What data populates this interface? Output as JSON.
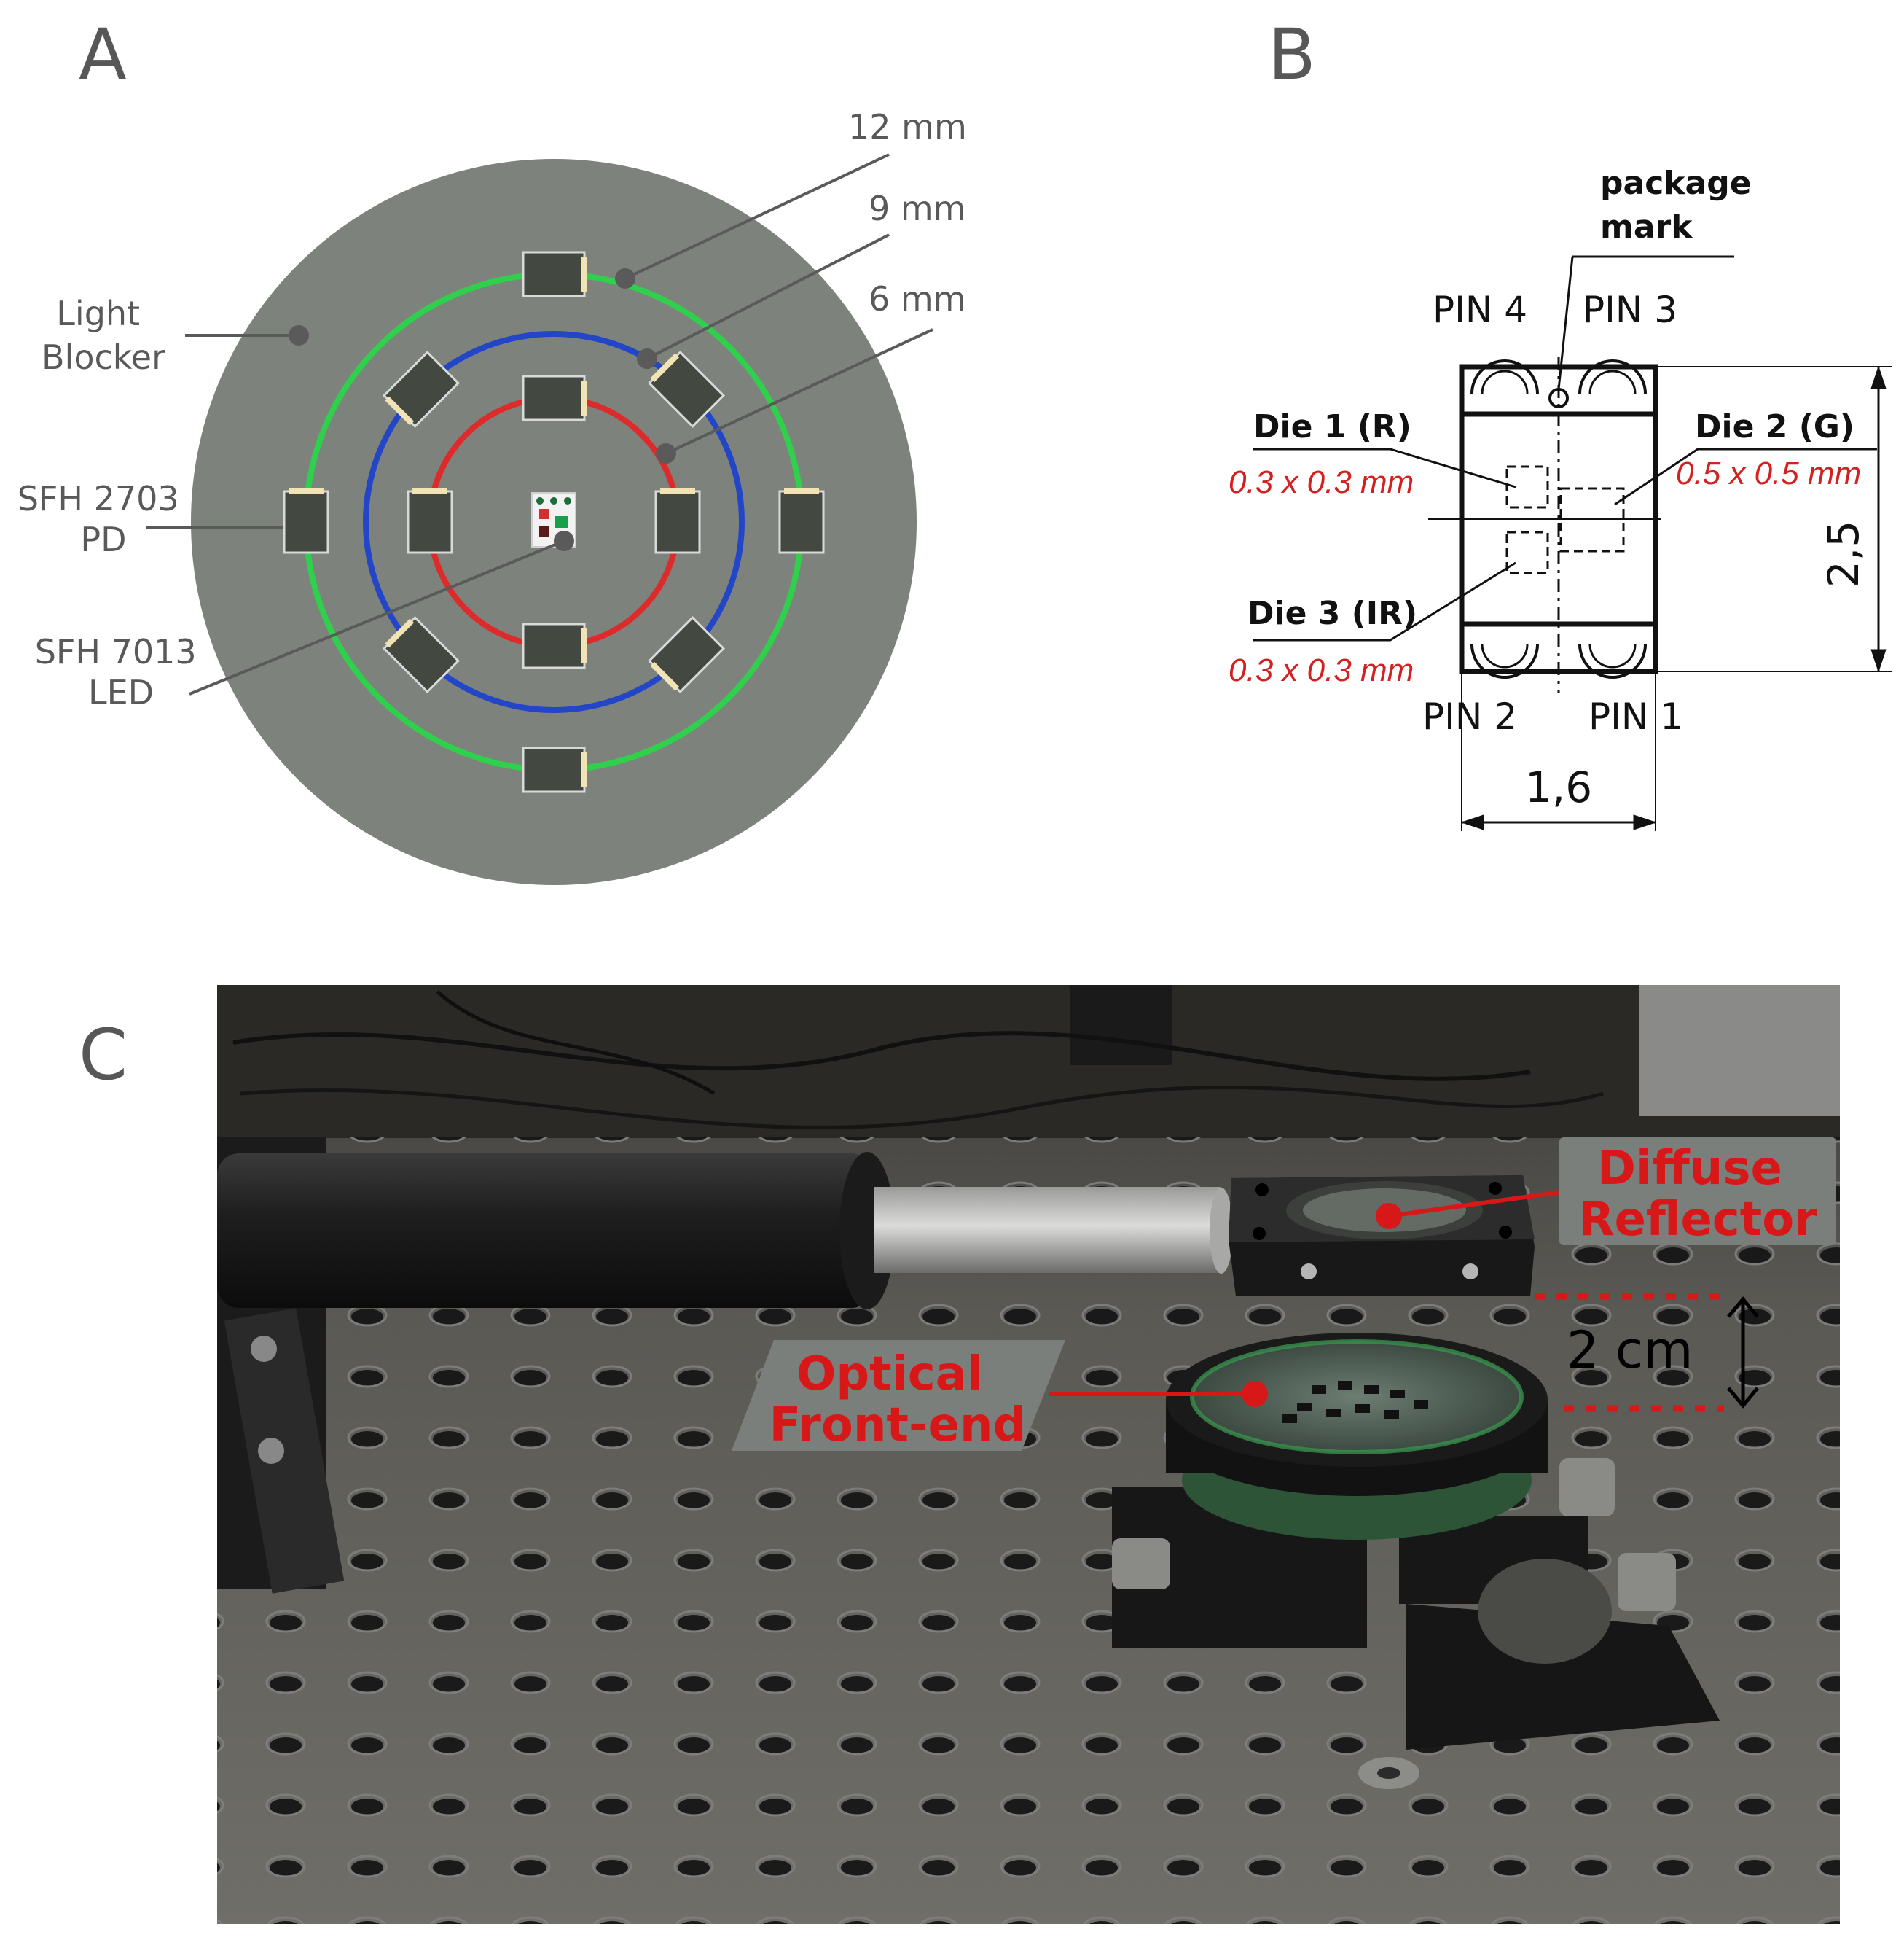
{
  "panel_a": {
    "letter": "A",
    "ring_labels": [
      "12 mm",
      "9 mm",
      "6 mm"
    ],
    "light_blocker": [
      "Light",
      "Blocker"
    ],
    "pd": [
      "SFH 2703",
      "PD"
    ],
    "led": [
      "SFH 7013",
      "LED"
    ],
    "colors": {
      "board": "#7d837c",
      "ring_12": "#2fd04b",
      "ring_9": "#2346c8",
      "ring_6": "#dd2a2a",
      "chip": "#434941",
      "pad": "#f1e3b3"
    }
  },
  "panel_b": {
    "letter": "B",
    "package_mark": [
      "package",
      "mark"
    ],
    "pins": [
      "PIN 4",
      "PIN 3",
      "PIN 2",
      "PIN 1"
    ],
    "die1": {
      "name": "Die 1 (R)",
      "size": "0.3 x 0.3 mm"
    },
    "die2": {
      "name": "Die 2 (G)",
      "size": "0.5 x 0.5 mm"
    },
    "die3": {
      "name": "Die 3 (IR)",
      "size": "0.3 x 0.3 mm"
    },
    "dim_height": "2,5",
    "dim_width": "1,6",
    "colors": {
      "accent": "#d42020"
    }
  },
  "panel_c": {
    "letter": "C",
    "diffuse": [
      "Diffuse",
      "Reflector"
    ],
    "optical": [
      "Optical",
      "Front-end"
    ],
    "distance": "2 cm",
    "colors": {
      "label_bg": "#7b7f7b",
      "label_text": "#d81818",
      "marker": "#d81818"
    }
  }
}
